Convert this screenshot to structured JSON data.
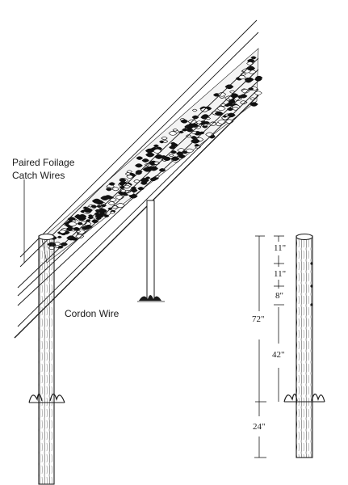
{
  "labels": {
    "catch_wires_line1": "Paired Foilage",
    "catch_wires_line2": "Catch Wires",
    "cordon_wire": "Cordon Wire"
  },
  "dimensions": {
    "d1": "11\"",
    "d2": "11\"",
    "d3": "8\"",
    "total_above": "72\"",
    "d4": "42\"",
    "below_ground": "24\""
  },
  "colors": {
    "ink": "#1a1a1a",
    "paper": "#ffffff"
  }
}
